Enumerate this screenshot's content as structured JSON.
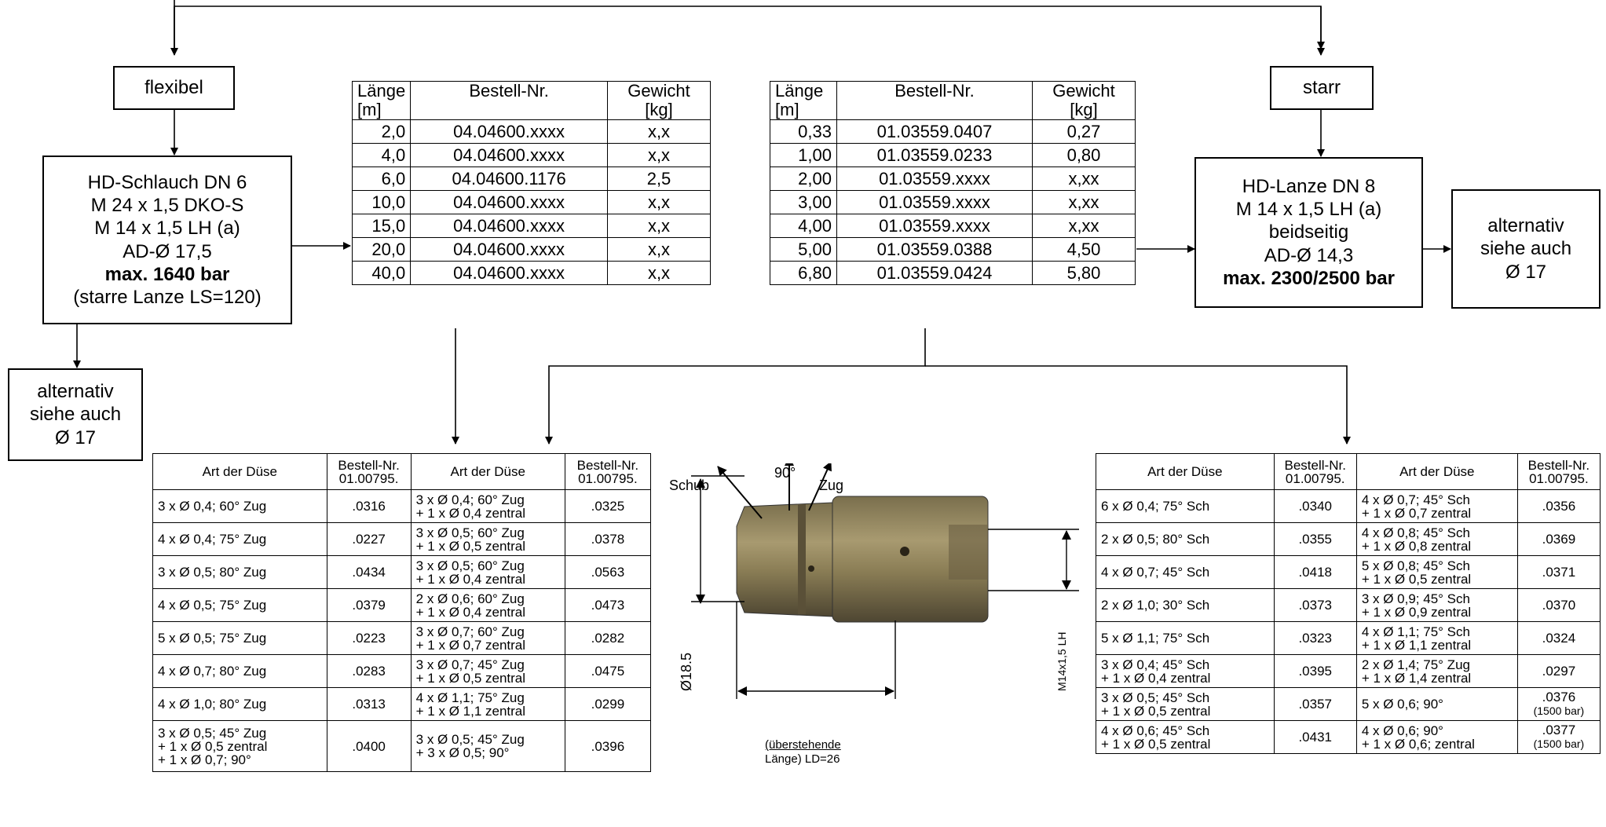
{
  "flex_label": "flexibel",
  "starr_label": "starr",
  "hose_box": {
    "lines": [
      "HD-Schlauch DN 6",
      "M 24 x 1,5 DKO-S",
      "M 14 x 1,5 LH (a)",
      "AD-Ø 17,5"
    ],
    "bold": "max. 1640 bar",
    "note": "(starre Lanze LS=120)"
  },
  "lance_box": {
    "lines": [
      "HD-Lanze DN 8",
      "M 14 x 1,5 LH (a)",
      "beidseitig",
      "AD-Ø 14,3"
    ],
    "bold": "max. 2300/2500 bar"
  },
  "alt_left": [
    "alternativ",
    "siehe auch",
    "Ø 17"
  ],
  "alt_right": [
    "alternativ",
    "siehe auch",
    "Ø 17"
  ],
  "hose_table": {
    "headers": [
      "Länge\n[m]",
      "Bestell-Nr.",
      "Gewicht\n[kg]"
    ],
    "rows": [
      [
        "2,0",
        "04.04600.xxxx",
        "x,x"
      ],
      [
        "4,0",
        "04.04600.xxxx",
        "x,x"
      ],
      [
        "6,0",
        "04.04600.1176",
        "2,5"
      ],
      [
        "10,0",
        "04.04600.xxxx",
        "x,x"
      ],
      [
        "15,0",
        "04.04600.xxxx",
        "x,x"
      ],
      [
        "20,0",
        "04.04600.xxxx",
        "x,x"
      ],
      [
        "40,0",
        "04.04600.xxxx",
        "x,x"
      ]
    ]
  },
  "lance_table": {
    "headers": [
      "Länge\n[m]",
      "Bestell-Nr.",
      "Gewicht\n[kg]"
    ],
    "rows": [
      [
        "0,33",
        "01.03559.0407",
        "0,27"
      ],
      [
        "1,00",
        "01.03559.0233",
        "0,80"
      ],
      [
        "2,00",
        "01.03559.xxxx",
        "x,xx"
      ],
      [
        "3,00",
        "01.03559.xxxx",
        "x,xx"
      ],
      [
        "4,00",
        "01.03559.xxxx",
        "x,xx"
      ],
      [
        "5,00",
        "01.03559.0388",
        "4,50"
      ],
      [
        "6,80",
        "01.03559.0424",
        "5,80"
      ]
    ]
  },
  "nozzle_zug_table": {
    "headers": [
      "Art der Düse",
      "Bestell-Nr.\n01.00795.",
      "Art der Düse",
      "Bestell-Nr.\n01.00795."
    ],
    "rows": [
      [
        "3 x Ø 0,4; 60° Zug",
        ".0316",
        "3 x Ø 0,4; 60° Zug\n+ 1 x Ø 0,4 zentral",
        ".0325"
      ],
      [
        "4 x Ø 0,4; 75° Zug",
        ".0227",
        "3 x Ø 0,5; 60° Zug\n+ 1 x Ø 0,5 zentral",
        ".0378"
      ],
      [
        "3 x Ø 0,5; 80° Zug",
        ".0434",
        "3 x Ø 0,5; 60° Zug\n+ 1 x Ø 0,4 zentral",
        ".0563"
      ],
      [
        "4 x Ø 0,5; 75° Zug",
        ".0379",
        "2 x Ø 0,6; 60° Zug\n+ 1 x Ø 0,4 zentral",
        ".0473"
      ],
      [
        "5 x Ø 0,5; 75° Zug",
        ".0223",
        "3 x Ø 0,7; 60° Zug\n+ 1 x Ø 0,7 zentral",
        ".0282"
      ],
      [
        "4 x Ø 0,7; 80° Zug",
        ".0283",
        "3 x Ø 0,7; 45° Zug\n+ 1 x Ø 0,5 zentral",
        ".0475"
      ],
      [
        "4 x Ø 1,0; 80° Zug",
        ".0313",
        "4 x Ø 1,1; 75° Zug\n+ 1 x Ø 1,1 zentral",
        ".0299"
      ],
      [
        "3 x Ø 0,5; 45° Zug\n+ 1 x Ø 0,5 zentral\n+ 1 x Ø 0,7; 90°",
        ".0400",
        "3 x Ø 0,5; 45° Zug\n+ 3 x Ø 0,5; 90°",
        ".0396"
      ]
    ]
  },
  "nozzle_sch_table": {
    "headers": [
      "Art der Düse",
      "Bestell-Nr.\n01.00795.",
      "Art der Düse",
      "Bestell-Nr.\n01.00795."
    ],
    "rows": [
      [
        "6 x Ø 0,4; 75° Sch",
        ".0340",
        "4 x Ø 0,7; 45° Sch\n+ 1 x Ø 0,7 zentral",
        ".0356"
      ],
      [
        "2 x Ø 0,5; 80° Sch",
        ".0355",
        "4 x Ø 0,8; 45° Sch\n+ 1 x Ø 0,8 zentral",
        ".0369"
      ],
      [
        "4 x Ø 0,7; 45° Sch",
        ".0418",
        "5 x Ø 0,8; 45° Sch\n+ 1 x Ø 0,5 zentral",
        ".0371"
      ],
      [
        "2 x Ø 1,0; 30° Sch",
        ".0373",
        "3 x Ø 0,9; 45° Sch\n+ 1 x Ø 0,9 zentral",
        ".0370"
      ],
      [
        "5 x Ø 1,1; 75° Sch",
        ".0323",
        "4 x Ø 1,1; 75° Sch\n+ 1 x Ø 1,1 zentral",
        ".0324"
      ],
      [
        "3 x Ø 0,4; 45° Sch\n+ 1 x Ø 0,4 zentral",
        ".0395",
        "2 x Ø 1,4; 75° Zug\n+ 1 x Ø 1,4 zentral",
        ".0297"
      ],
      [
        "3 x Ø 0,5; 45° Sch\n+ 1 x Ø 0,5 zentral",
        ".0357",
        "5 x Ø 0,6; 90°",
        ".0376\n(1500 bar)"
      ],
      [
        "4 x Ø 0,6; 45° Sch\n+ 1 x Ø 0,5 zentral",
        ".0431",
        "4 x Ø 0,6; 90°\n+ 1 x Ø 0,6; zentral",
        ".0377\n(1500 bar)"
      ]
    ]
  },
  "nozzle_figure": {
    "schub": "Schub",
    "deg90": "90°",
    "zug": "Zug",
    "dia_left": "Ø18.5",
    "thread_right": "M14x1,5 LH",
    "length_label_1": "(überstehende",
    "length_label_2": "Länge) LD=26"
  }
}
